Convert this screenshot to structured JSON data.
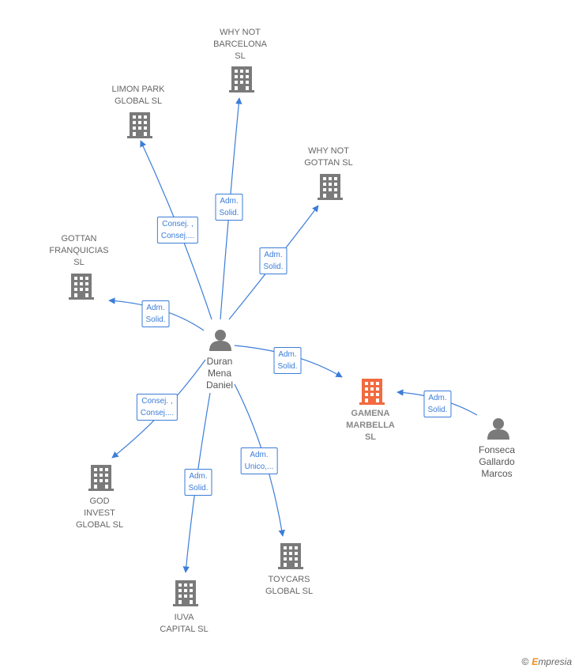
{
  "nodes": {
    "why_not_barcelona": {
      "label": "WHY NOT\nBARCELONA\nSL"
    },
    "limon_park": {
      "label": "LIMON PARK\nGLOBAL  SL"
    },
    "why_not_gottan": {
      "label": "WHY NOT\nGOTTAN  SL"
    },
    "gottan_franquicias": {
      "label": "GOTTAN\nFRANQUICIAS\nSL"
    },
    "duran": {
      "label": "Duran\nMena\nDaniel"
    },
    "gamena": {
      "label": "GAMENA\nMARBELLA\nSL"
    },
    "fonseca": {
      "label": "Fonseca\nGallardo\nMarcos"
    },
    "god_invest": {
      "label": "GOD\nINVEST\nGLOBAL  SL"
    },
    "iuva": {
      "label": "IUVA\nCAPITAL  SL"
    },
    "toycars": {
      "label": "TOYCARS\nGLOBAL  SL"
    }
  },
  "edges": {
    "to_barcelona": "Adm.\nSolid.",
    "to_limon": "Consej. ,\nConsej....",
    "to_gottan": "Adm.\nSolid.",
    "to_franquicias": "Adm.\nSolid.",
    "to_gamena": "Adm.\nSolid.",
    "fonseca_gamena": "Adm.\nSolid.",
    "to_god": "Consej. ,\nConsej....",
    "to_iuva": "Adm.\nSolid.",
    "to_toycars": "Adm.\nUnico,..."
  },
  "colors": {
    "edge": "#3b7dd8",
    "building": "#7a7a7a",
    "highlight": "#f26a3d",
    "person": "#7a7a7a"
  },
  "footer": {
    "copyright": "©",
    "brand_initial": "E",
    "brand_rest": "mpresia"
  }
}
